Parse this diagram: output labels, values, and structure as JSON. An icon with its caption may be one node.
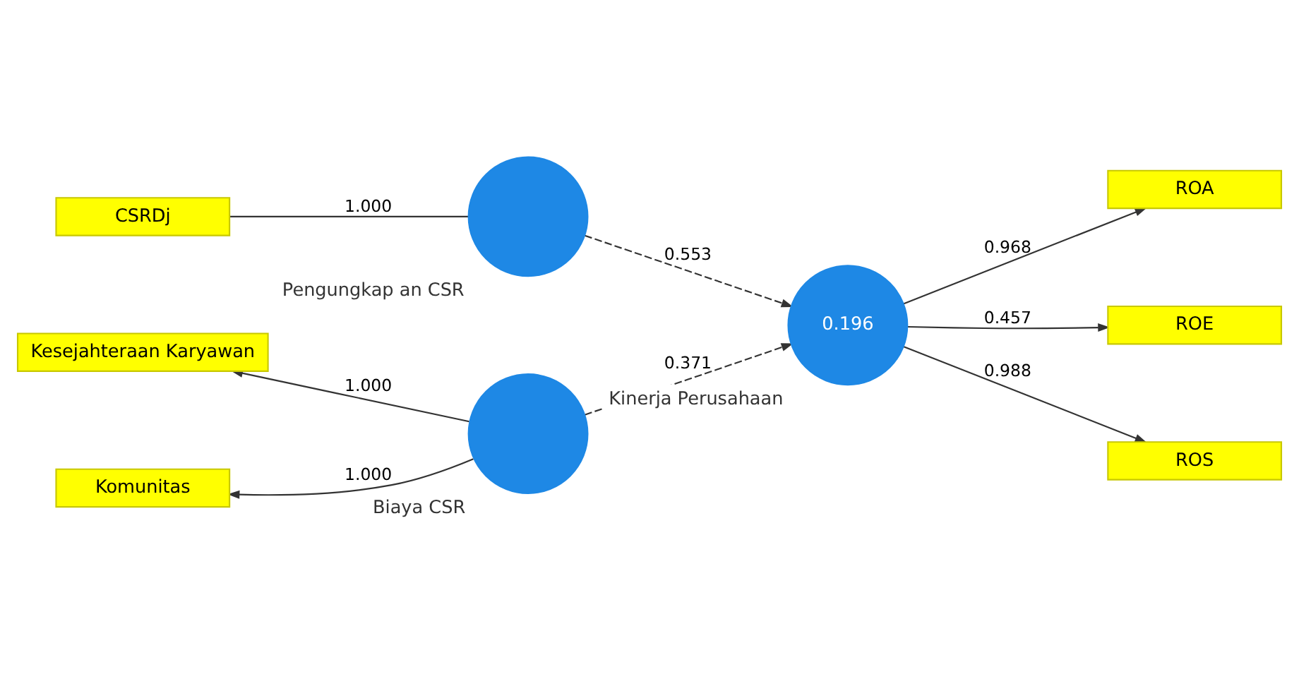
{
  "diagram": {
    "nodes": [
      {
        "text": [
          "CSRDj"
        ]
      },
      {
        "text": [
          "Pengungkap an CSR"
        ]
      },
      {
        "text": [
          "0.196",
          "Kinerja Perusahaan"
        ]
      },
      {
        "text": [
          "ROA"
        ]
      },
      {
        "text": [
          "ROE"
        ]
      },
      {
        "text": [
          "ROS"
        ]
      },
      {
        "text": [
          "Kesejahteraan Karyawan"
        ]
      },
      {
        "text": [
          "Komunitas"
        ]
      },
      {
        "text": [
          "Biaya CSR"
        ]
      }
    ],
    "edges": [
      {
        "from": 0,
        "to": 1,
        "arrow": "none",
        "label": "1.000"
      },
      {
        "from": 1,
        "to": 2,
        "arrow": "to",
        "label": "0.553",
        "style": "dashed"
      },
      {
        "from": 2,
        "to": 3,
        "arrow": "to",
        "label": "0.968"
      },
      {
        "from": 2,
        "to": 4,
        "arrow": "to",
        "label": "0.457"
      },
      {
        "from": 2,
        "to": 5,
        "arrow": "to",
        "label": "0.988"
      },
      {
        "from": 8,
        "to": 6,
        "arrow": "to",
        "label": "1.000"
      },
      {
        "from": 8,
        "to": 7,
        "arrow": "to",
        "label": "1.000"
      },
      {
        "from": 8,
        "to": 2,
        "arrow": "to",
        "label": "0.371",
        "style": "dashed"
      }
    ]
  }
}
